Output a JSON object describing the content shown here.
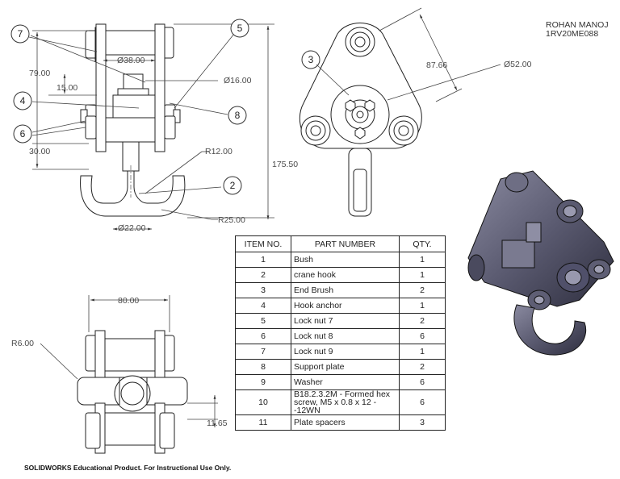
{
  "author": {
    "name": "ROHAN MANOJ",
    "id": "1RV20ME088"
  },
  "footer": "SOLIDWORKS Educational Product. For Instructional Use Only.",
  "bom": {
    "headers": [
      "ITEM NO.",
      "PART NUMBER",
      "QTY."
    ],
    "rows": [
      {
        "item": "1",
        "part": "Bush",
        "qty": "1"
      },
      {
        "item": "2",
        "part": "crane hook",
        "qty": "1"
      },
      {
        "item": "3",
        "part": "End Brush",
        "qty": "2"
      },
      {
        "item": "4",
        "part": "Hook anchor",
        "qty": "1"
      },
      {
        "item": "5",
        "part": "Lock nut 7",
        "qty": "2"
      },
      {
        "item": "6",
        "part": "Lock nut 8",
        "qty": "6"
      },
      {
        "item": "7",
        "part": "Lock nut 9",
        "qty": "1"
      },
      {
        "item": "8",
        "part": "Support plate",
        "qty": "2"
      },
      {
        "item": "9",
        "part": "Washer",
        "qty": "6"
      },
      {
        "item": "10",
        "part": "B18.2.3.2M - Formed hex screw, M5 x 0.8 x 12 --12WN",
        "qty": "6"
      },
      {
        "item": "11",
        "part": "Plate spacers",
        "qty": "3"
      }
    ]
  },
  "front_view": {
    "dims": {
      "d79": "79.00",
      "d15": "15.00",
      "d30": "30.00",
      "d175": "175.50",
      "dia38": "Ø38.00",
      "dia16": "Ø16.00",
      "r12": "R12.00",
      "dia22": "Ø22.00",
      "r25": "R25.00"
    },
    "balloons": {
      "b7": "7",
      "b5": "5",
      "b4": "4",
      "b8": "8",
      "b6": "6",
      "b2": "2"
    }
  },
  "side_view": {
    "dims": {
      "d87": "87.66",
      "dia52": "Ø52.00"
    },
    "balloons": {
      "b3": "3"
    }
  },
  "top_view": {
    "dims": {
      "d80": "80.00",
      "r6": "R6.00",
      "d11": "11.65"
    }
  }
}
